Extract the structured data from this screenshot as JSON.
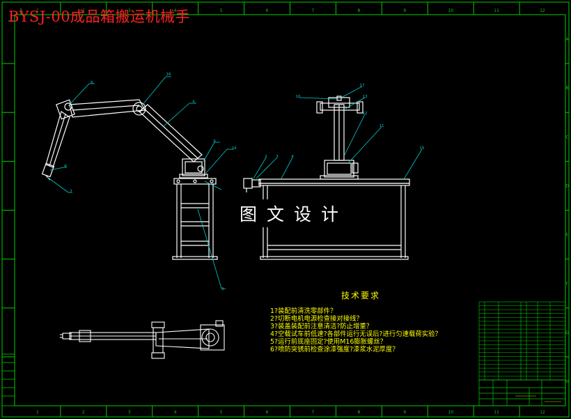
{
  "drawing": {
    "title": "BYSJ-00成品箱搬运机械手",
    "watermark": "图文设计",
    "border_numbers_top": [
      "1",
      "2",
      "3",
      "4",
      "5",
      "6",
      "7",
      "8",
      "9",
      "10",
      "11",
      "12"
    ],
    "border_letters_left": [
      "A",
      "B",
      "C",
      "D",
      "E",
      "F",
      "G",
      "H"
    ]
  },
  "technical_requirements": {
    "heading": "技术要求",
    "items": [
      "1?装配前清洗零部件？",
      "2?切断电机电源检查接对接线？",
      "3?装盖装配前注意清洁?防止增重？",
      "4?空载试车前低速?各部件运行无误后?进行匀速载荷实验？",
      "5?运行前底座固定?使用M16膨胀螺丝？",
      "6?喷防突锈前检查涂漆强度?漆浆水泥厚度？"
    ]
  },
  "balloons": [
    "1",
    "2",
    "3",
    "4",
    "5",
    "6",
    "7",
    "8",
    "9",
    "10",
    "11",
    "12",
    "13",
    "14",
    "15",
    "16",
    "17"
  ],
  "colors": {
    "background": "#000000",
    "frame": "#00d000",
    "linework": "#ffffff",
    "leader": "#00d0d0",
    "title_text": "#ff2020",
    "notes_text": "#ffff00"
  }
}
